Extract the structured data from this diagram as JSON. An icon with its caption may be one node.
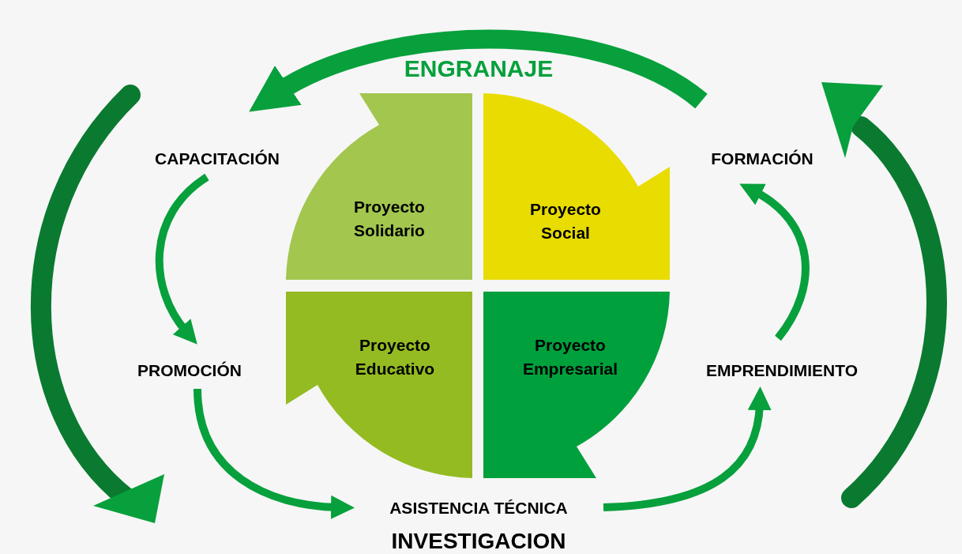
{
  "diagram": {
    "title": "ENGRANAJE",
    "nodes": [
      {
        "text": [
          "CAPACITACIÓN"
        ]
      },
      {
        "text": [
          "PROMOCIÓN"
        ]
      },
      {
        "text": [
          "ASISTENCIA TÉCNICA"
        ]
      },
      {
        "text": [
          "EMPRENDIMIENTO"
        ]
      },
      {
        "text": [
          "FORMACIÓN"
        ]
      },
      {
        "text": [
          "Proyecto Solidario"
        ]
      },
      {
        "text": [
          "Proyecto Social"
        ]
      },
      {
        "text": [
          "Proyecto Educativo"
        ]
      },
      {
        "text": [
          "Proyecto Empresarial"
        ]
      }
    ],
    "edges": [
      {
        "from": 0,
        "to": 1,
        "arrow": "to"
      },
      {
        "from": 1,
        "to": 2,
        "arrow": "to"
      },
      {
        "from": 2,
        "to": 3,
        "arrow": "to"
      },
      {
        "from": 3,
        "to": 4,
        "arrow": "to"
      },
      {
        "from": 4,
        "to": 0,
        "arrow": "to",
        "style": "thick"
      }
    ],
    "labels": [
      "INVESTIGACION"
    ]
  }
}
